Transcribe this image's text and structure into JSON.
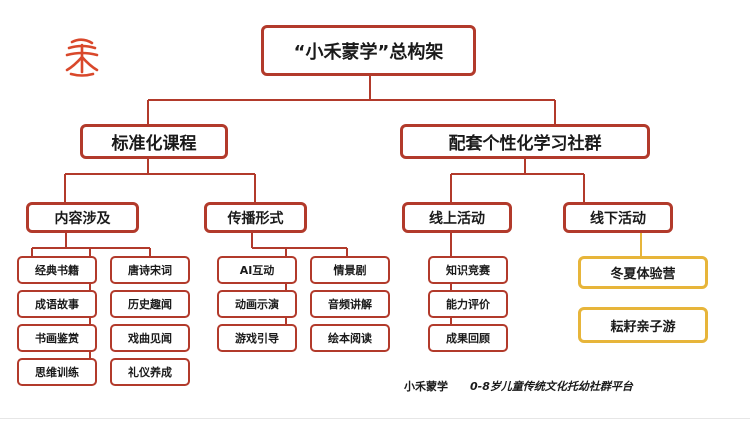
{
  "root": {
    "label": "“小禾蒙学”总构架"
  },
  "branches": {
    "left": {
      "label": "标准化课程"
    },
    "right": {
      "label": "配套个性化学习社群"
    }
  },
  "groups": {
    "content": {
      "label": "内容涉及"
    },
    "delivery": {
      "label": "传播形式"
    },
    "online": {
      "label": "线上活动"
    },
    "offline": {
      "label": "线下活动"
    }
  },
  "content_items": [
    "经典书籍",
    "唐诗宋词",
    "成语故事",
    "历史趣闻",
    "书画鉴赏",
    "戏曲见闻",
    "思维训练",
    "礼仪养成"
  ],
  "delivery_items": [
    "AI互动",
    "情景剧",
    "动画示演",
    "音频讲解",
    "游戏引导",
    "绘本阅读"
  ],
  "online_items": [
    "知识竞赛",
    "能力评价",
    "成果回顾"
  ],
  "offline_items": [
    "冬夏体验营",
    "耘耔亲子游"
  ],
  "footer": {
    "brand": "小禾蒙学",
    "tagline": "0-8岁儿童传统文化托幼社群平台"
  },
  "colors": {
    "line": "#b23a2b",
    "border": "#b23a2b",
    "gold": "#e7b53a",
    "logo": "#d9482b"
  },
  "logo": {
    "icon": "seal-logo-icon"
  }
}
